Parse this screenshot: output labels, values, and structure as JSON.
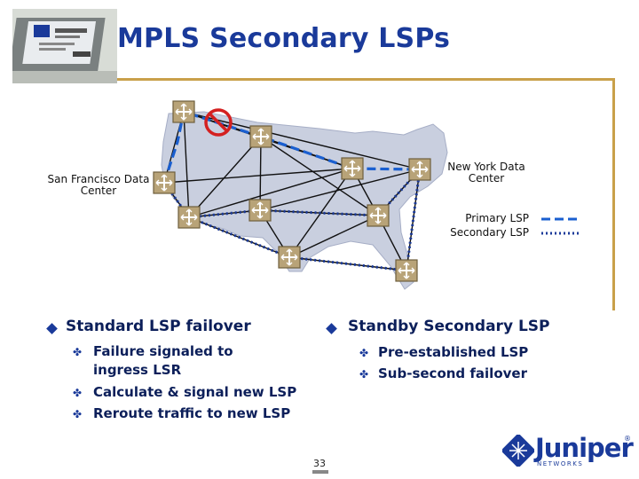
{
  "title": "MPLS Secondary LSPs",
  "labels": {
    "san_francisco": "San Francisco Data Center",
    "new_york": "New York Data Center",
    "primary_lsp": "Primary LSP",
    "secondary_lsp": "Secondary LSP"
  },
  "colors": {
    "title": "#1a3a9a",
    "rule": "#c9a04a",
    "primary_lsp": "#1a5fd0",
    "secondary_lsp": "#1a3a9a",
    "failure": "#d42020"
  },
  "left_column": {
    "heading": "Standard LSP failover",
    "items": [
      "Failure signaled to ingress LSR",
      "Calculate & signal new LSP",
      "Reroute traffic to new LSP"
    ]
  },
  "right_column": {
    "heading": "Standby Secondary LSP",
    "items": [
      "Pre-established LSP",
      "Sub-second failover"
    ]
  },
  "page_number": "33",
  "logo": {
    "name": "Juniper",
    "subtitle": "NETWORKS",
    "mark": "®"
  },
  "icons": [
    "router-icon",
    "failure-icon",
    "diamond-bullet-icon",
    "clover-bullet-icon",
    "juniper-logo-icon"
  ]
}
